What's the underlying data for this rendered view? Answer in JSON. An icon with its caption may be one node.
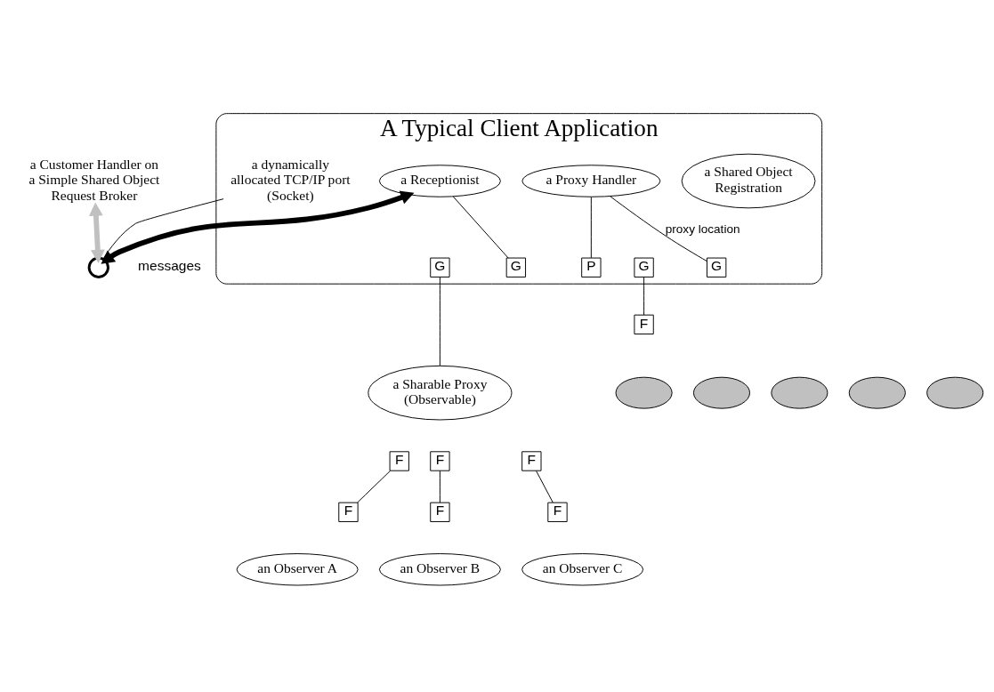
{
  "diagram": {
    "nodes": [
      {
        "text": [
          "A Typical Client Application"
        ]
      },
      {
        "text": [
          "a Customer Handler on a Simple Shared Object Request Broker"
        ]
      },
      {
        "text": [
          "a dynamically allocated TCP/IP port (Socket)"
        ],
        "in": 0
      },
      {
        "text": [],
        "shape": "circle"
      },
      {
        "text": [
          "a Proxy Handler"
        ],
        "in": 0
      },
      {
        "text": [
          "G"
        ],
        "in": 0
      },
      {
        "text": [
          "a Shared Object Registration"
        ],
        "in": 0
      },
      {
        "text": [
          "G"
        ],
        "in": 0
      },
      {
        "text": [
          "a Receptionist"
        ],
        "in": 0
      },
      {
        "text": [
          "G"
        ],
        "in": 0
      },
      {
        "text": [
          "G"
        ],
        "in": 0
      },
      {
        "text": [],
        "shape": "cloud"
      },
      {
        "text": [],
        "shape": "cloud"
      },
      {
        "text": [],
        "shape": "cloud"
      },
      {
        "text": [],
        "shape": "cloud"
      },
      {
        "text": [],
        "shape": "cloud"
      },
      {
        "text": [
          "P"
        ],
        "in": 0
      },
      {
        "text": [
          "F"
        ]
      },
      {
        "text": [
          "a Sharable Proxy (Observable)"
        ]
      },
      {
        "text": [
          "F"
        ]
      },
      {
        "text": [
          "F"
        ]
      },
      {
        "text": [
          "F"
        ]
      },
      {
        "text": [
          "F"
        ]
      },
      {
        "text": [
          "an Observer A"
        ]
      },
      {
        "text": [
          "F"
        ]
      },
      {
        "text": [
          "F"
        ]
      },
      {
        "text": [
          "an Observer B"
        ]
      },
      {
        "text": [
          "an Observer C"
        ]
      }
    ],
    "edges": [
      {
        "from": 1,
        "to": 3,
        "arrow": "both",
        "style": "thick",
        "color": "#c0c0c0"
      },
      {
        "from": 3,
        "to": 8,
        "arrow": "both",
        "style": "thick"
      },
      {
        "from": 2,
        "to": 3,
        "arrow": "none"
      },
      {
        "from": 8,
        "to": 5,
        "arrow": "none"
      },
      {
        "from": 4,
        "to": 7,
        "arrow": "none",
        "label": "proxy location"
      },
      {
        "from": 4,
        "to": 16,
        "arrow": "none"
      },
      {
        "from": 10,
        "to": 18,
        "arrow": "none"
      },
      {
        "from": 9,
        "to": 17,
        "arrow": "none"
      },
      {
        "from": 19,
        "to": 22,
        "arrow": "none"
      },
      {
        "from": 20,
        "to": 24,
        "arrow": "none"
      },
      {
        "from": 21,
        "to": 25,
        "arrow": "none"
      }
    ],
    "labels": [
      "messages"
    ]
  }
}
